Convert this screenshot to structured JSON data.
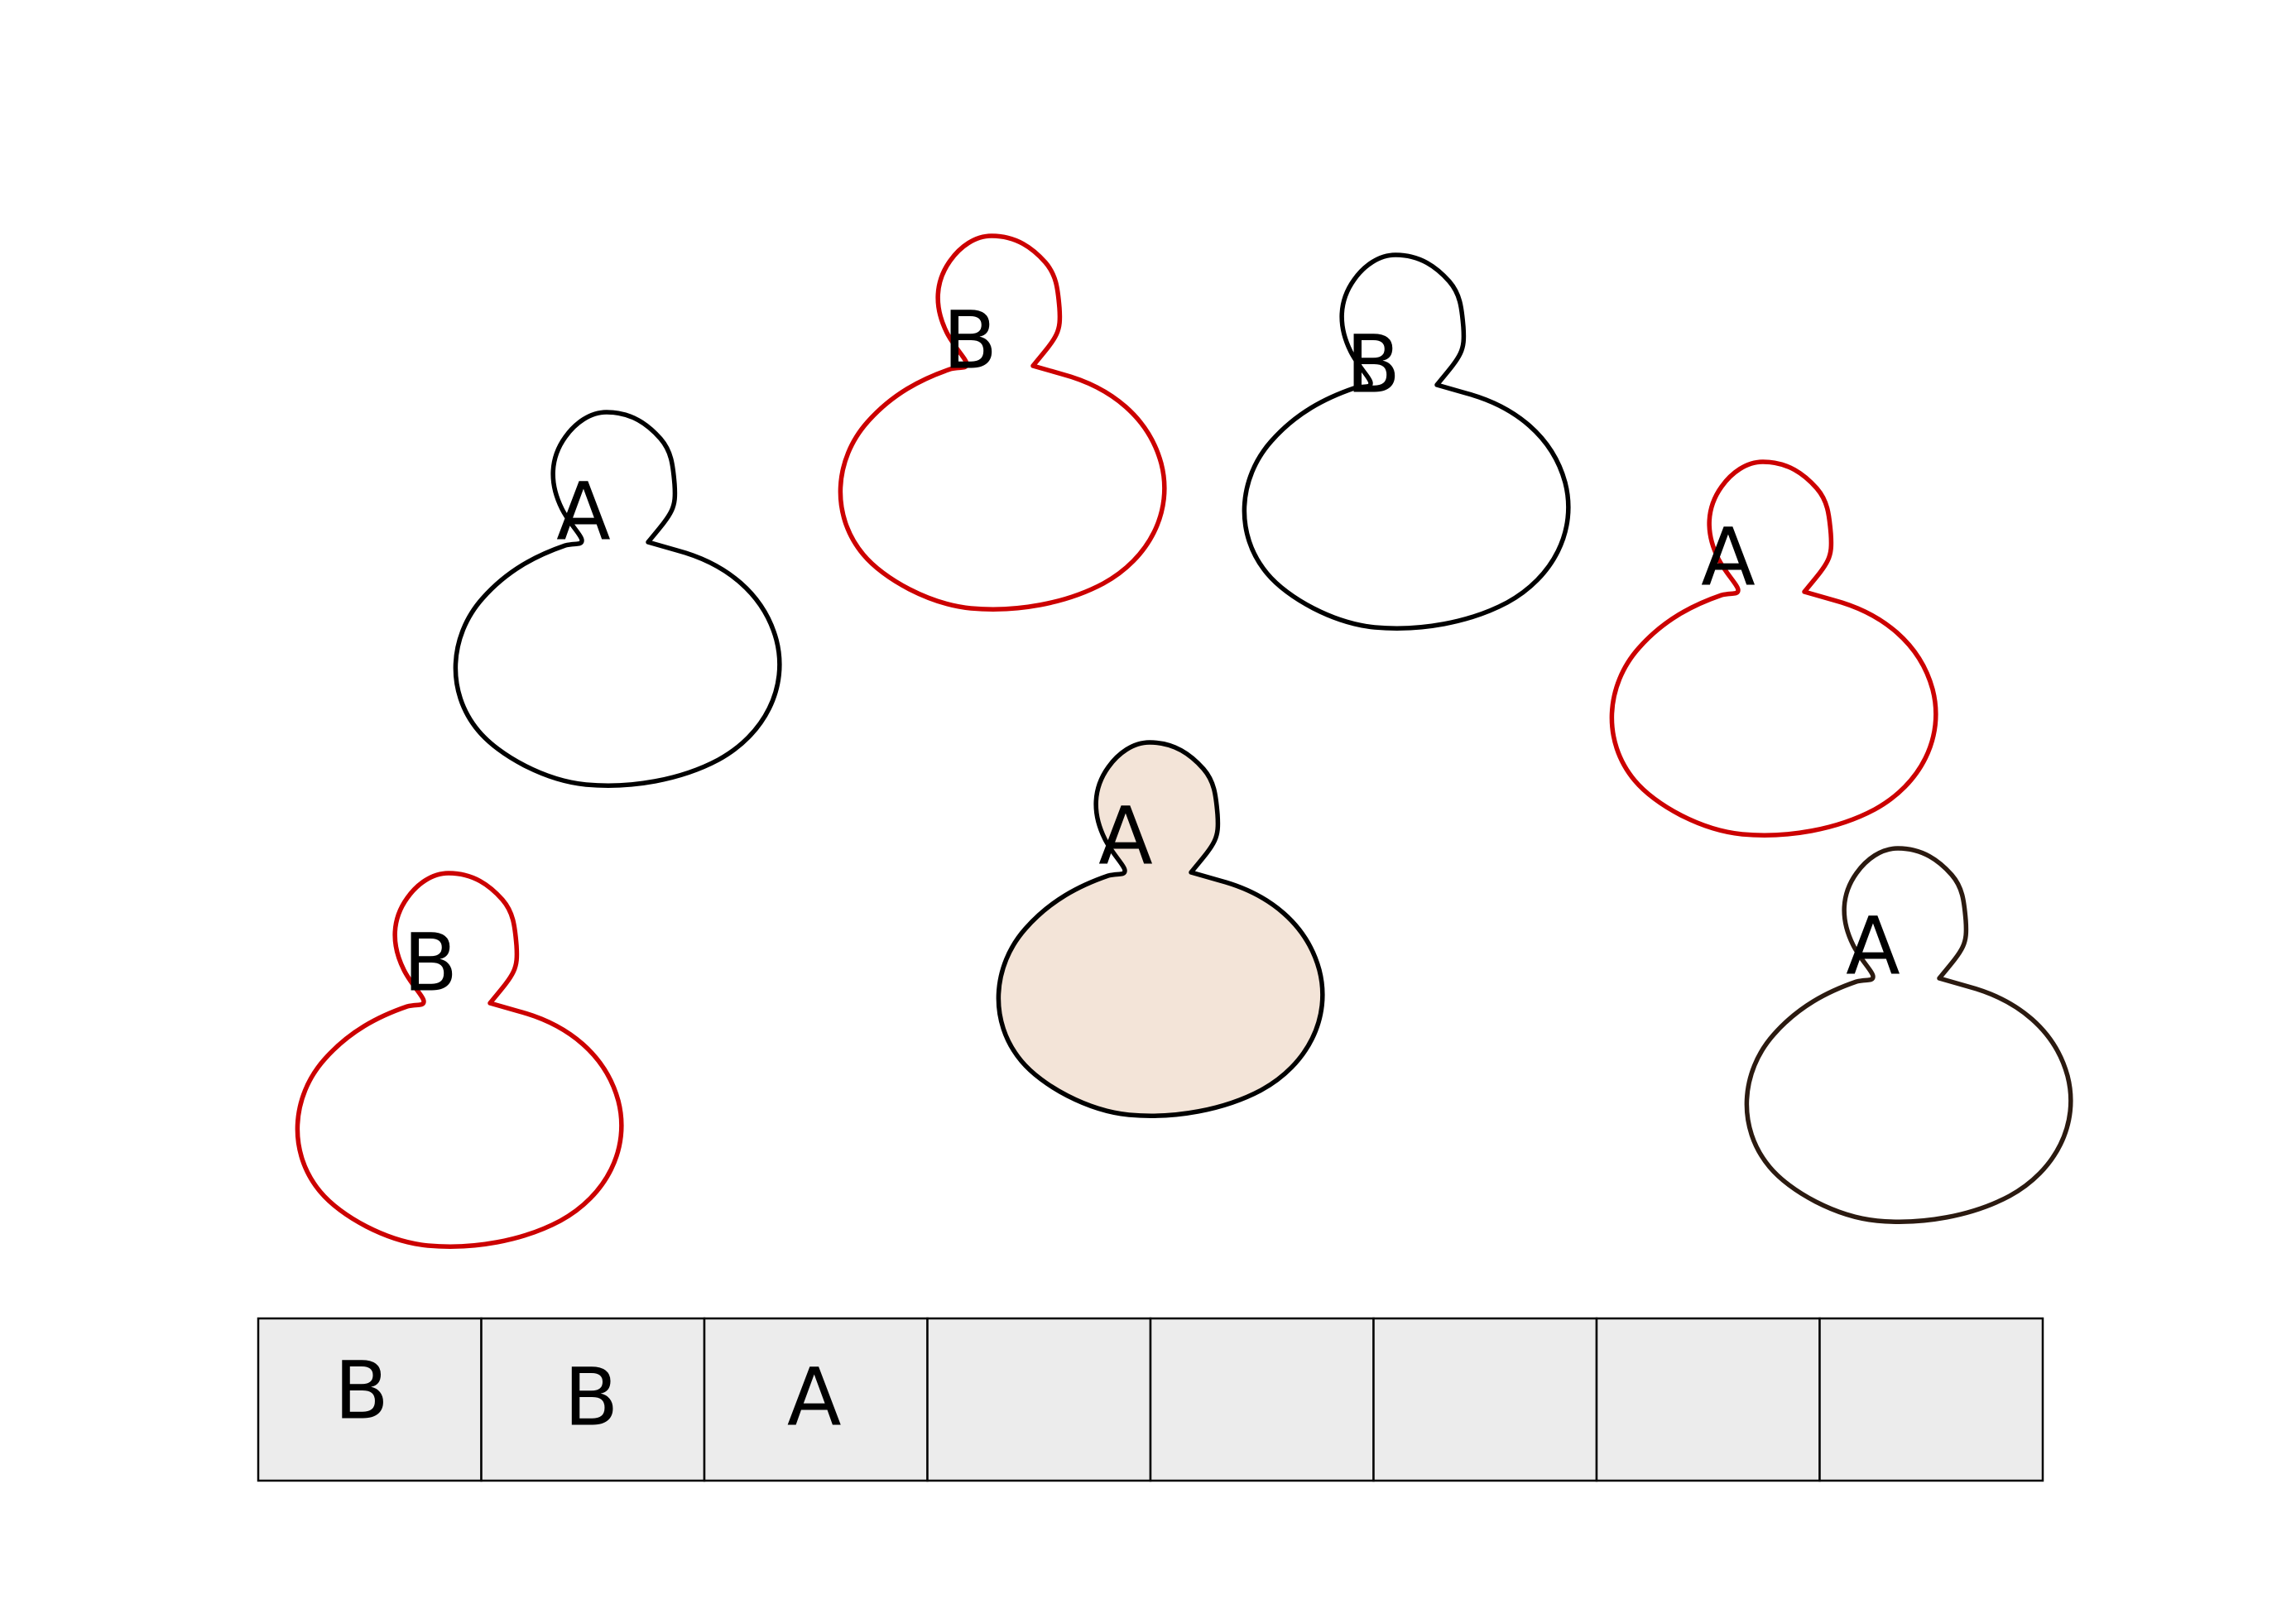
{
  "pawns": [
    {
      "id": "pawn-1",
      "label": "A",
      "state": "normal"
    },
    {
      "id": "pawn-2",
      "label": "B",
      "state": "highlighted"
    },
    {
      "id": "pawn-3",
      "label": "B",
      "state": "normal"
    },
    {
      "id": "pawn-4",
      "label": "A",
      "state": "highlighted"
    },
    {
      "id": "pawn-5",
      "label": "A",
      "state": "selected"
    },
    {
      "id": "pawn-6",
      "label": "B",
      "state": "highlighted"
    },
    {
      "id": "pawn-7",
      "label": "A",
      "state": "dark"
    }
  ],
  "slots": [
    "B",
    "B",
    "A",
    "",
    "",
    "",
    "",
    ""
  ],
  "colors": {
    "normal_outline": "#000000",
    "highlighted_outline": "#cc0000",
    "dark_outline": "#2b1a10",
    "selected_fill": "#f3e4d8",
    "slot_fill": "#ececec"
  }
}
